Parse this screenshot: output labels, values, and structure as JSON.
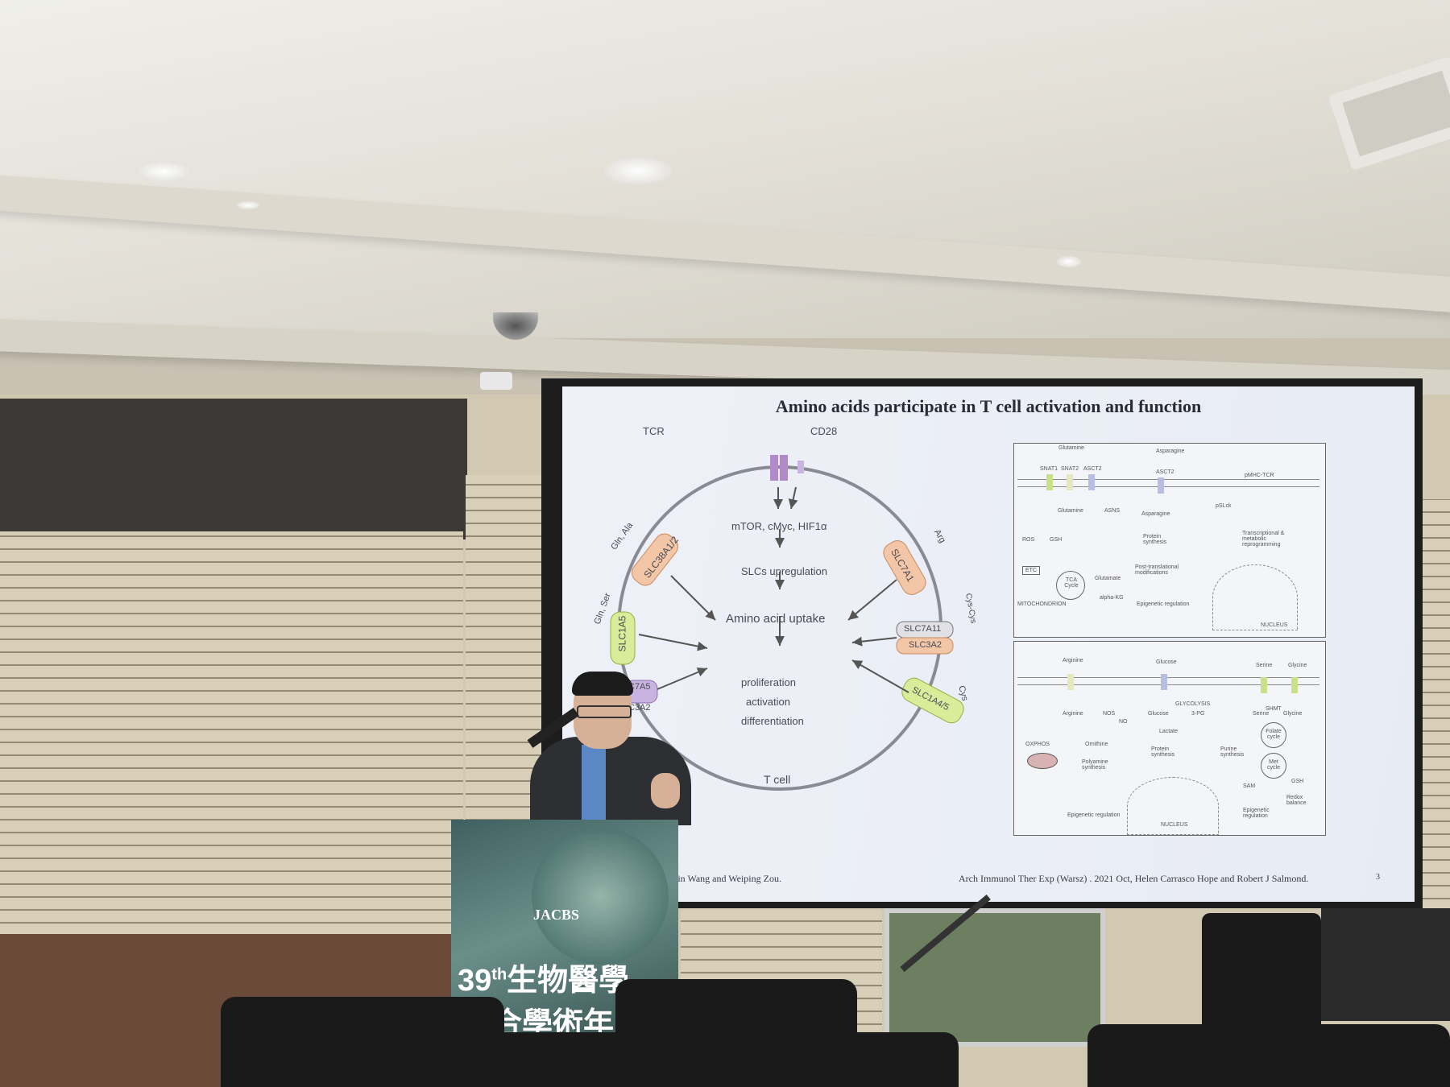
{
  "slide": {
    "title": "Amino acids participate in T cell activation and function",
    "left_figure": {
      "receptors": {
        "tcr": "TCR",
        "cd28": "CD28"
      },
      "transporters": {
        "slc38a12": "SLC38A1/2",
        "slc1a5": "SLC1A5",
        "slc7a5": "C7A5",
        "slc3a2_left": "C3A2",
        "slc7a1": "SLC7A1",
        "slc7a11": "SLC7A11",
        "slc3a2_right": "SLC3A2",
        "slc1a45": "SLC1A4/5"
      },
      "substrates": {
        "gln_ala": "Gln, Ala",
        "gln_ser": "Gln, Ser",
        "arg": "Arg",
        "cys": "Cys-Cys",
        "cys2": "Cys"
      },
      "pathway": {
        "step1": "mTOR, cMyc, HIF1α",
        "step2": "SLCs upregulation",
        "step3": "Amino acid uptake",
        "out1": "proliferation",
        "out2": "activation",
        "out3": "differentiation"
      },
      "cell_label": "T cell"
    },
    "right_top": {
      "glutamine": "Glutamine",
      "asparagine": "Asparagine",
      "snat1": "SNAT1",
      "snat2": "SNAT2",
      "asct2": "ASCT2",
      "asct2b": "ASCT2",
      "pmhc": "pMHC-TCR",
      "glutamine2": "Glutamine",
      "asns": "ASNS",
      "asparagine2": "Asparagine",
      "plck": "pSLck",
      "protein": "Protein synthesis",
      "ptm": "Post-translational modifications",
      "transcr": "Transcriptional & metabolic reprogramming",
      "ros": "ROS",
      "gsh": "GSH",
      "etc": "ETC",
      "tca": "TCA Cycle",
      "glutamate": "Glutamate",
      "akg": "alpha-KG",
      "epi": "Epigenetic regulation",
      "mito": "MITOCHONDRION",
      "nucleus": "NUCLEUS"
    },
    "right_bottom": {
      "arginine": "Arginine",
      "glucose": "Glucose",
      "serine": "Serine",
      "glycine": "Glycine",
      "arginine2": "Arginine",
      "nos": "NOS",
      "no": "NO",
      "glycolysis": "GLYCOLYSIS",
      "glucose2": "Glucose",
      "pg3": "3-PG",
      "serine2": "Serine",
      "shmt": "SHMT",
      "glycine2": "Glycine",
      "lactate": "Lactate",
      "folate": "Folate cycle",
      "oxphos": "OXPHOS",
      "ornithine": "Ornithine",
      "polyamine": "Polyamine synthesis",
      "protein": "Protein synthesis",
      "purine": "Purine synthesis",
      "met": "Met cycle",
      "sam": "SAM",
      "gsh": "GSH",
      "redox": "Redox balance",
      "epi": "Epigenetic regulation",
      "epi2": "Epigenetic regulation",
      "nucleus": "NUCLEUS"
    },
    "citation_left": "min Wang and Weiping Zou.",
    "citation_right": "Arch Immunol Ther Exp (Warsz) . 2021 Oct, Helen Carrasco Hope and Robert J Salmond.",
    "page_number": "3"
  },
  "podium": {
    "logo": "JACBS",
    "banner_line1_sup": "th",
    "banner_line1_num": "39",
    "banner_line1_text": "生物醫學",
    "banner_line2": "聯合學術年"
  },
  "colors": {
    "slide_bg": "#e9ecf4",
    "transporter_orange": "#f2c6a6",
    "transporter_green": "#d9ec9a",
    "transporter_purple": "#c9b3e0",
    "receptor_purple": "#b28ac9",
    "podium_teal": "#4f7470"
  }
}
